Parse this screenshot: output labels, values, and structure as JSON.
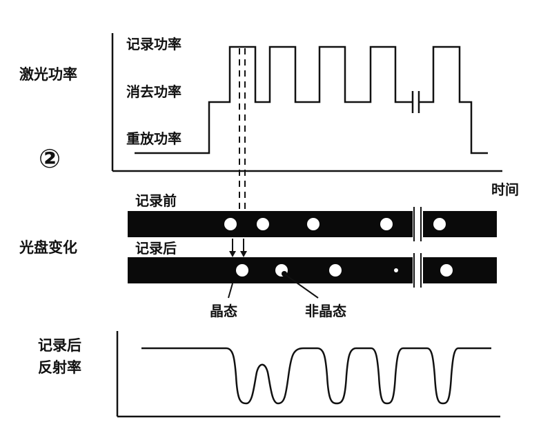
{
  "section1": {
    "ylabel": "激光功率",
    "level_record": "记录功率",
    "level_erase": "消去功率",
    "level_play": "重放功率",
    "marker": "②",
    "xlabel": "时间"
  },
  "section2": {
    "label": "光盘变化",
    "before": "记录前",
    "after": "记录后",
    "crystal": "晶态",
    "amorphous": "非晶态"
  },
  "section3": {
    "label_line1": "记录后",
    "label_line2": "反射率"
  },
  "colors": {
    "ink": "#111111",
    "disc": "#0a0a0a",
    "hole": "#ffffff"
  }
}
